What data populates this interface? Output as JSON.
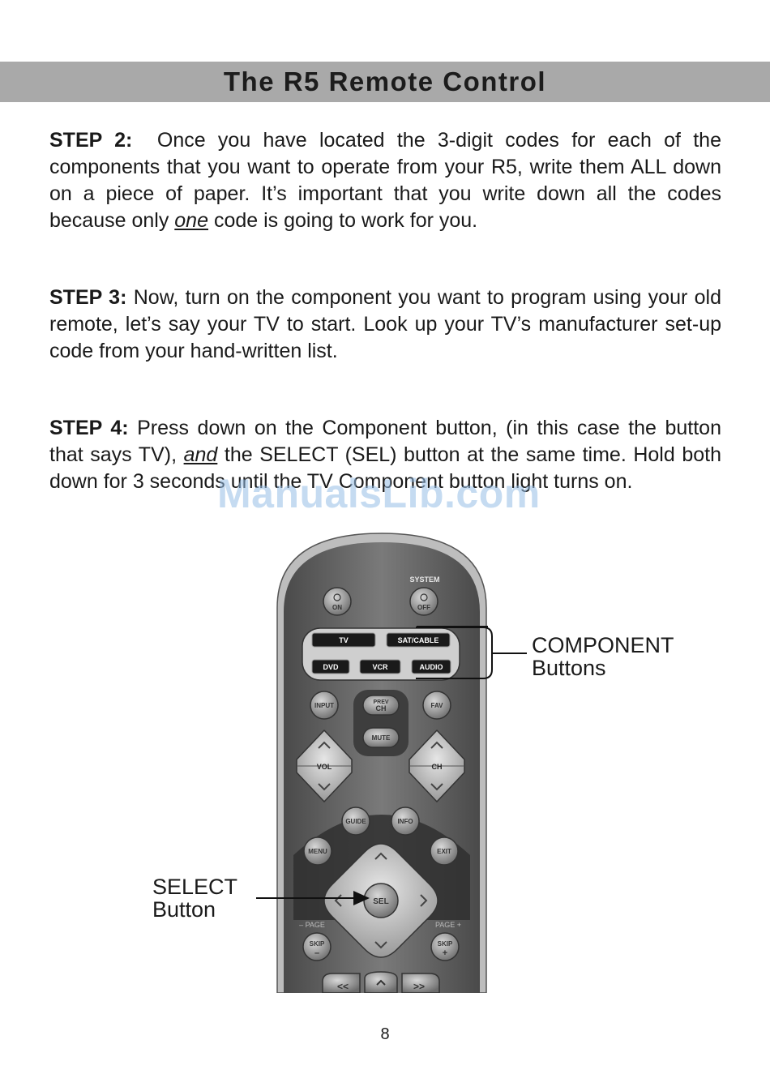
{
  "header": {
    "title": "The R5 Remote Control"
  },
  "steps": [
    {
      "label": "STEP 2:",
      "text_before": "Once you have located the 3-digit codes for each of the components that you want to operate from your R5, write them ALL down on a piece of paper. It’s important that you write down all the codes because only ",
      "emphasis": "one",
      "text_after": " code is going to work for you."
    },
    {
      "label": "STEP 3:",
      "text": "Now, turn on the component you want to program using your old remote, let’s say your TV to start. Look up your TV’s manufacturer set-up code from your hand-written list."
    },
    {
      "label": "STEP 4:",
      "text_before": "Press down on the Component button, (in this case the button that says TV), ",
      "emphasis": "and",
      "text_after": " the SELECT (SEL) button at the same time. Hold both down for 3 seconds until the TV Component button light turns on."
    }
  ],
  "watermark": "ManualsLib.com",
  "remote": {
    "system_label": "SYSTEM",
    "on_label": "ON",
    "off_label": "OFF",
    "components": [
      "TV",
      "SAT/CABLE",
      "DVD",
      "VCR",
      "AUDIO"
    ],
    "input_label": "INPUT",
    "prev_label": "PREV",
    "ch_label": "CH",
    "fav_label": "FAV",
    "mute_label": "MUTE",
    "vol_label": "VOL",
    "ch_rocker_label": "CH",
    "guide_label": "GUIDE",
    "info_label": "INFO",
    "menu_label": "MENU",
    "exit_label": "EXIT",
    "sel_label": "SEL",
    "page_minus_label": "– PAGE",
    "page_plus_label": "PAGE +",
    "skip_label": "SKIP",
    "skip_minus": "–",
    "skip_plus": "+",
    "rewind_label": "<<",
    "ffwd_label": ">>"
  },
  "callouts": {
    "component_line1": "COMPONENT",
    "component_line2": "Buttons",
    "select_line1": "SELECT",
    "select_line2": "Button"
  },
  "page_number": "8",
  "colors": {
    "title_band": "#a9a9a9",
    "remote_body": "#666666",
    "watermark": "#96bee6"
  }
}
